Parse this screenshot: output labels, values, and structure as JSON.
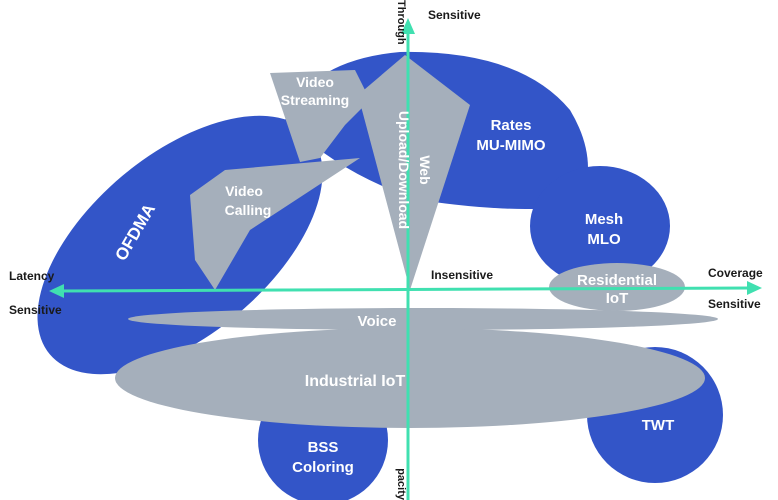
{
  "axes": {
    "top_partial": "Through",
    "top_end": "Sensitive",
    "center": "Insensitive",
    "left_name": "Latency",
    "left_end": "Sensitive",
    "right_name": "Coverage",
    "right_end": "Sensitive",
    "bottom_partial": "pacity"
  },
  "regions": {
    "ofdma": "OFDMA",
    "rates_line1": "Rates",
    "rates_line2": "MU-MIMO",
    "mesh_line1": "Mesh",
    "mesh_line2": "MLO",
    "residential_line1": "Residential",
    "residential_line2": "IoT",
    "voice": "Voice",
    "industrial_iot": "Industrial IoT",
    "bss_line1": "BSS",
    "bss_line2": "Coloring",
    "twt": "TWT",
    "video_streaming_line1": "Video",
    "video_streaming_line2": "Streaming",
    "video_calling_line1": "Video",
    "video_calling_line2": "Calling",
    "web_line1": "Web",
    "web_line2": "Upload/Download"
  },
  "colors": {
    "blue": "#3355c8",
    "gray": "#a5afbb",
    "axis": "#40e0b0"
  }
}
